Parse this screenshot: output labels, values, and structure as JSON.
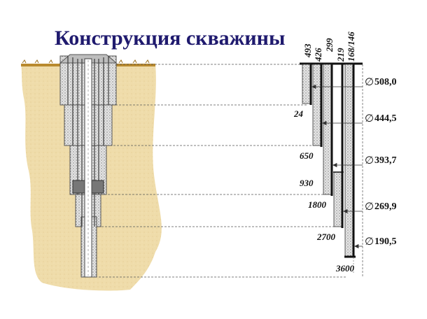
{
  "title": "Конструкция скважины",
  "casing_diameters": [
    "493",
    "426",
    "299",
    "219",
    "168/146"
  ],
  "depth_labels": [
    "24",
    "650",
    "930",
    "1800",
    "2700",
    "3600"
  ],
  "bit_diameter_symbol": "∅",
  "bit_diameters": [
    "508,0",
    "444,5",
    "393,7",
    "269,9",
    "190,5"
  ],
  "colors": {
    "title": "#1f1a6e",
    "soil": "#efdcaa",
    "grass": "#b98a2e",
    "casing": "#8c8c8c",
    "cement": "#d9d9d9",
    "inner": "#ffffff"
  }
}
